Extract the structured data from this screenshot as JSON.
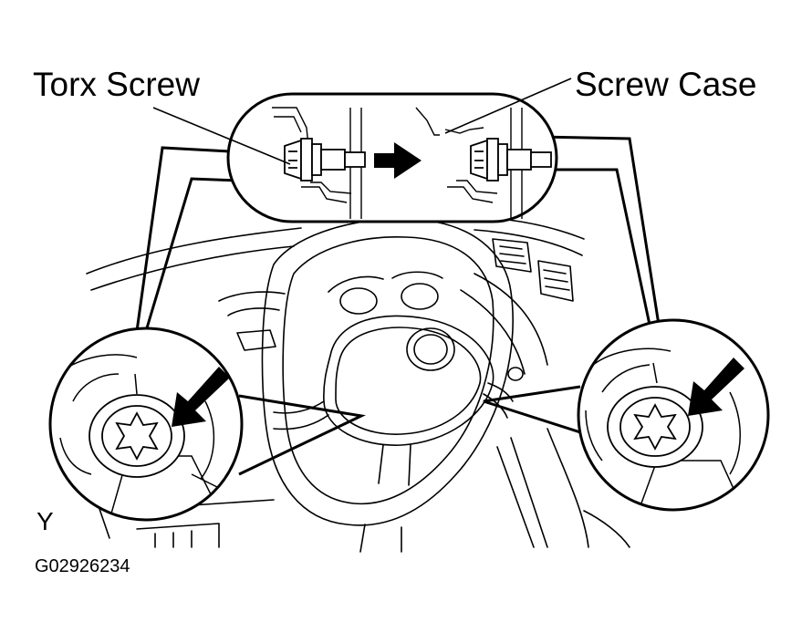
{
  "labels": {
    "torx_screw": "Torx Screw",
    "screw_case": "Screw Case",
    "view_marker": "Y",
    "figure_code": "G02926234"
  },
  "colors": {
    "line": "#000000",
    "background": "#ffffff"
  },
  "icons": {
    "direction_arrow": "arrow-right-icon",
    "pointer_arrows": "arrow-down-left-icon"
  }
}
